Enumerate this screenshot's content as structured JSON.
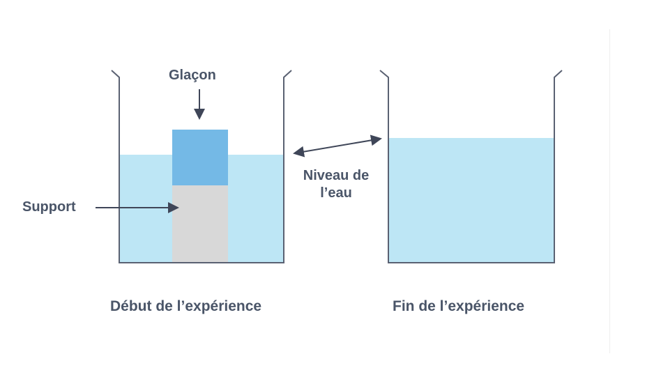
{
  "labels": {
    "ice": "Glaçon",
    "support": "Support",
    "water_level_line1": "Niveau de",
    "water_level_line2": "l’eau",
    "start_caption": "Début de l’expérience",
    "end_caption": "Fin de l’expérience"
  },
  "colors": {
    "water": "#bde6f5",
    "ice": "#74b9e6",
    "support": "#d8d8d8",
    "beaker_outline": "#5a6172",
    "arrow": "#3f4658",
    "text": "#4a5568"
  }
}
